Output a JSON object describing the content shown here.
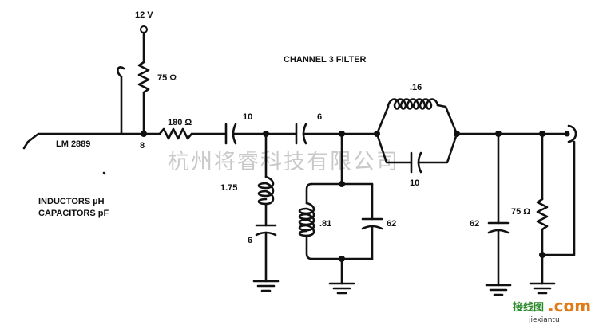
{
  "title": "CHANNEL 3 FILTER",
  "supply_label": "12 V",
  "ic_label": "LM 2889",
  "pin_label": "8",
  "legend": {
    "line1": "INDUCTORS µH",
    "line2": "CAPACITORS pF"
  },
  "components": {
    "r_pullup": "75 Ω",
    "r_series": "180 Ω",
    "c_series1": "10",
    "l_shunt1": "1.75",
    "c_shunt1": "6",
    "c_series2": "6",
    "l_tank": ".81",
    "c_tank": "62",
    "l_trap": ".16",
    "c_trap": "10",
    "c_out": "62",
    "r_load": "75 Ω"
  },
  "watermark": "杭州将睿科技有限公司",
  "logo": {
    "cn": "接线图",
    "com": ".com",
    "site": "jiexiantu"
  }
}
